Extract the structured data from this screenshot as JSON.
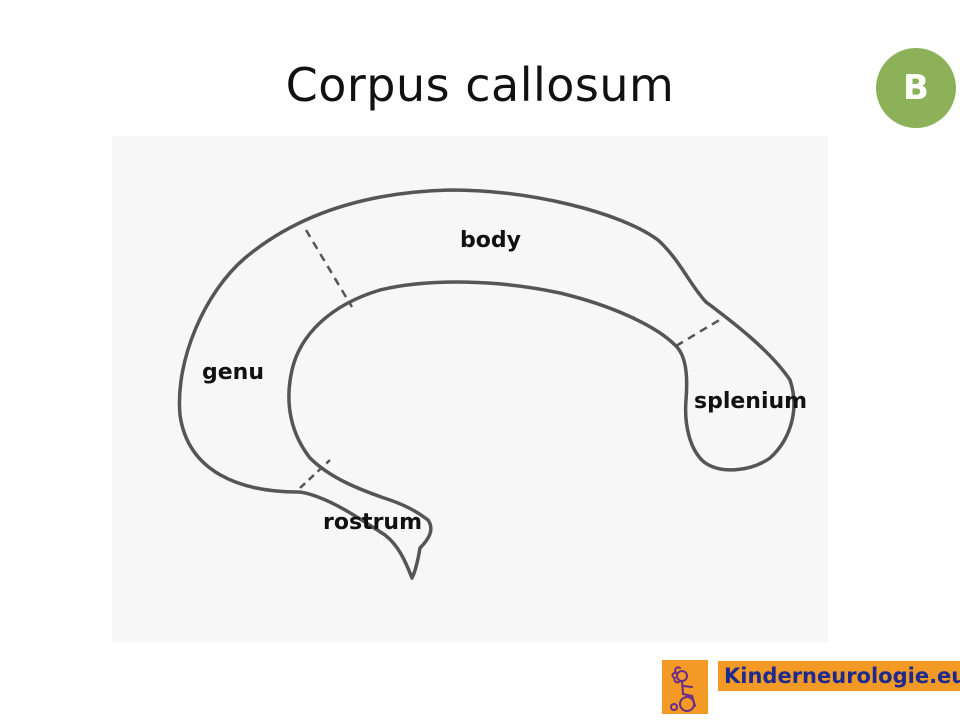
{
  "slide": {
    "title": "Corpus callosum",
    "badge": "B"
  },
  "diagram": {
    "labels": {
      "body": "body",
      "genu": "genu",
      "splenium": "splenium",
      "rostrum": "rostrum"
    }
  },
  "logo": {
    "text": "Kinderneurologie.eu"
  },
  "colors": {
    "badge": "#8db158",
    "outline": "#555555",
    "logo_bg": "#f39a26"
  }
}
